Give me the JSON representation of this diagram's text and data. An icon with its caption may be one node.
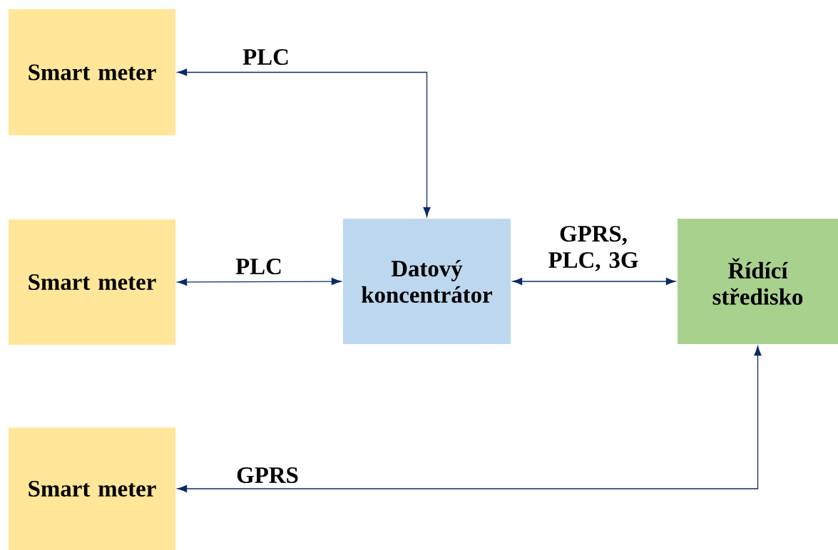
{
  "diagram": {
    "nodes": [
      {
        "text": [
          "Smart meter"
        ]
      },
      {
        "text": [
          "Smart meter"
        ]
      },
      {
        "text": [
          "Datový koncentrátor"
        ]
      },
      {
        "text": [
          "Řídící středisko"
        ]
      },
      {
        "text": [
          "Smart meter"
        ]
      }
    ],
    "edges": [
      {
        "from": 2,
        "to": 0,
        "arrow": "both",
        "label": "PLC"
      },
      {
        "from": 1,
        "to": 2,
        "arrow": "both",
        "label": "PLC"
      },
      {
        "from": 2,
        "to": 3,
        "arrow": "both",
        "label": "GPRS, PLC, 3G"
      },
      {
        "from": 3,
        "to": 4,
        "arrow": "both",
        "label": "GPRS"
      }
    ]
  }
}
